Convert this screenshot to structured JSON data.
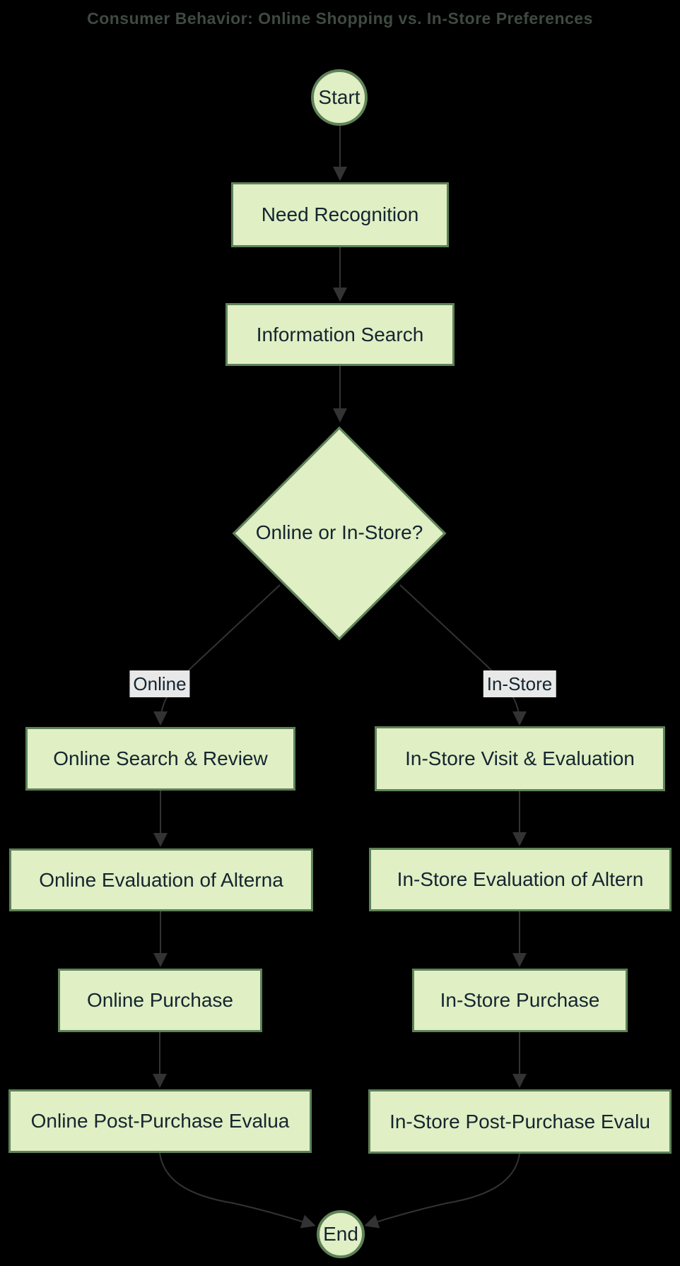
{
  "title": "Consumer Behavior: Online Shopping vs. In-Store Preferences",
  "colors": {
    "background": "#000000",
    "node_fill": "#e0efc4",
    "node_border": "#5e8258",
    "node_text": "#142530",
    "edge": "#333333",
    "edge_label_bg": "#e8e8e8",
    "title_text": "#3f4a42"
  },
  "nodes": {
    "start": {
      "label": "Start",
      "shape": "circle"
    },
    "need_recognition": {
      "label": "Need Recognition",
      "shape": "rect"
    },
    "information_search": {
      "label": "Information Search",
      "shape": "rect"
    },
    "decision": {
      "label": "Online or In-Store?",
      "shape": "diamond"
    },
    "online_search": {
      "label": "Online Search & Review",
      "shape": "rect"
    },
    "online_evaluation": {
      "label": "Online Evaluation of Alterna",
      "shape": "rect"
    },
    "online_purchase": {
      "label": "Online Purchase",
      "shape": "rect"
    },
    "online_post_purchase": {
      "label": "Online Post-Purchase Evalua",
      "shape": "rect"
    },
    "instore_visit": {
      "label": "In-Store Visit & Evaluation",
      "shape": "rect"
    },
    "instore_evaluation": {
      "label": "In-Store Evaluation of Altern",
      "shape": "rect"
    },
    "instore_purchase": {
      "label": "In-Store Purchase",
      "shape": "rect"
    },
    "instore_post_purchase": {
      "label": "In-Store Post-Purchase Evalu",
      "shape": "rect"
    },
    "end": {
      "label": "End",
      "shape": "circle"
    }
  },
  "edges": [
    {
      "from": "start",
      "to": "need_recognition",
      "label": ""
    },
    {
      "from": "need_recognition",
      "to": "information_search",
      "label": ""
    },
    {
      "from": "information_search",
      "to": "decision",
      "label": ""
    },
    {
      "from": "decision",
      "to": "online_search",
      "label": "Online"
    },
    {
      "from": "decision",
      "to": "instore_visit",
      "label": "In-Store"
    },
    {
      "from": "online_search",
      "to": "online_evaluation",
      "label": ""
    },
    {
      "from": "online_evaluation",
      "to": "online_purchase",
      "label": ""
    },
    {
      "from": "online_purchase",
      "to": "online_post_purchase",
      "label": ""
    },
    {
      "from": "instore_visit",
      "to": "instore_evaluation",
      "label": ""
    },
    {
      "from": "instore_evaluation",
      "to": "instore_purchase",
      "label": ""
    },
    {
      "from": "instore_purchase",
      "to": "instore_post_purchase",
      "label": ""
    },
    {
      "from": "online_post_purchase",
      "to": "end",
      "label": ""
    },
    {
      "from": "instore_post_purchase",
      "to": "end",
      "label": ""
    }
  ]
}
